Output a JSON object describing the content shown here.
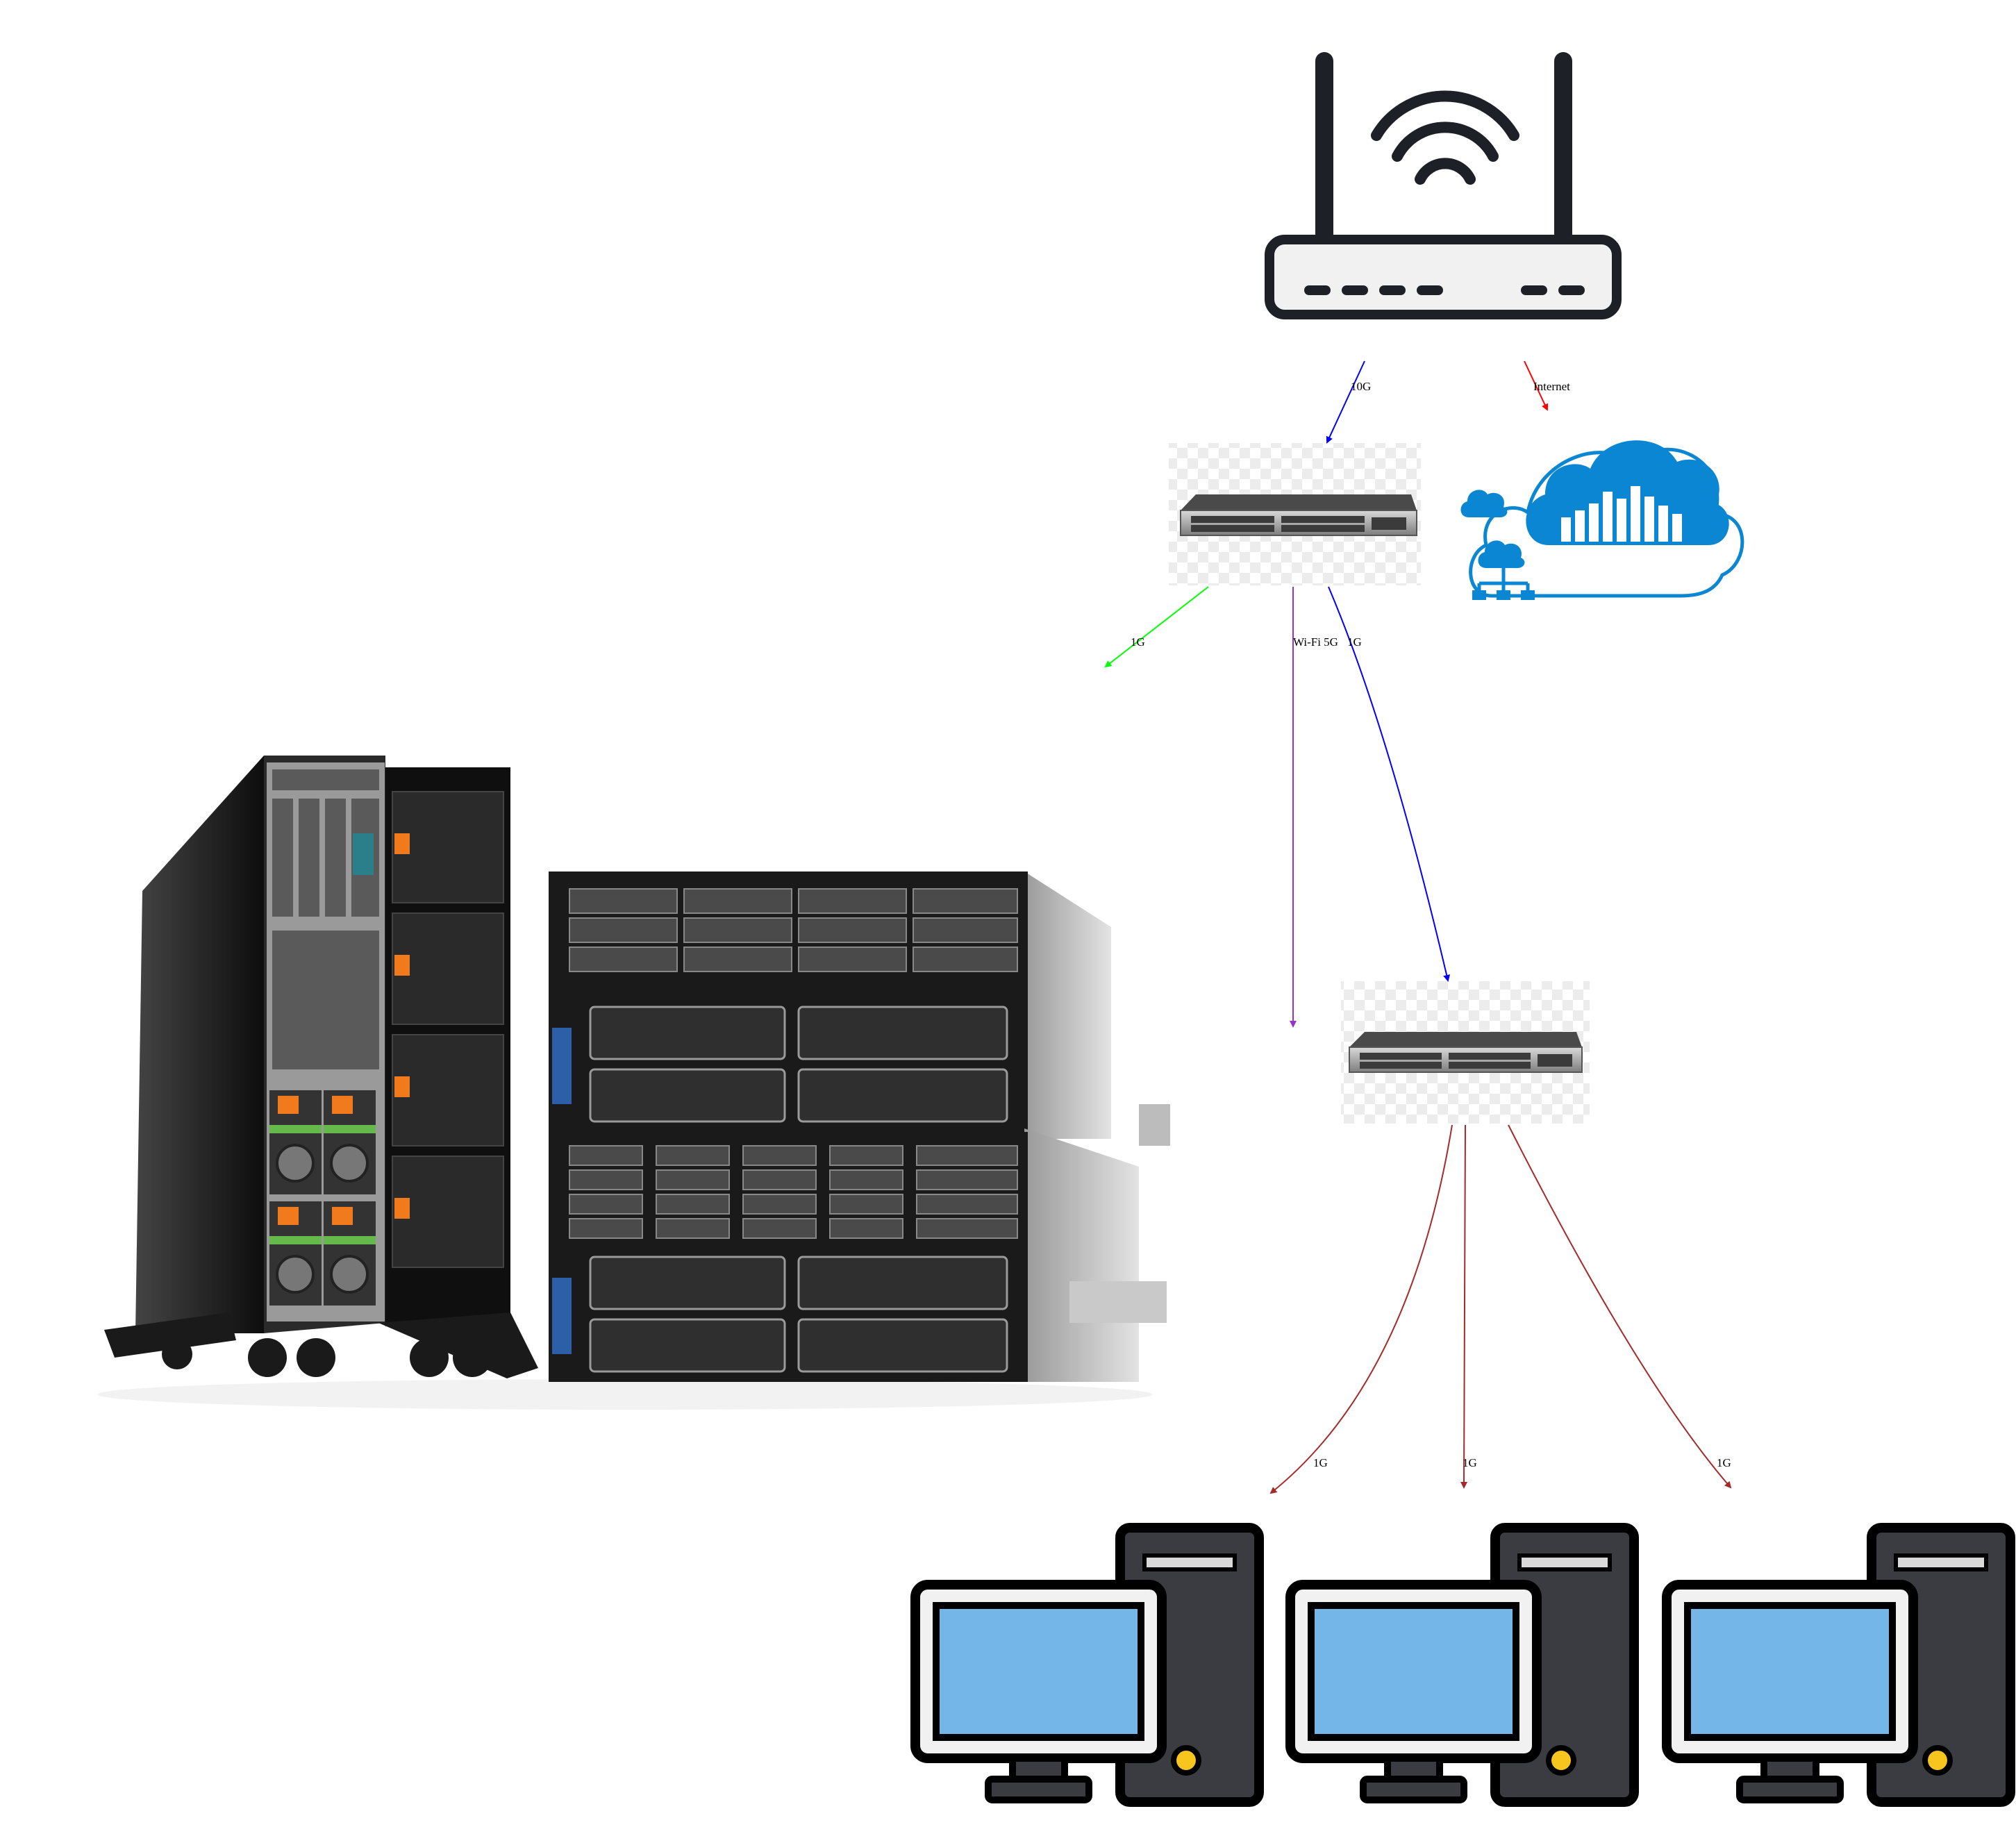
{
  "edges": [
    {
      "id": "router-switch1",
      "label": "10G",
      "color": "#0000ff"
    },
    {
      "id": "router-cloud",
      "label": "Internet",
      "color": "#ff0000"
    },
    {
      "id": "switch1-servers",
      "label": "1G",
      "color": "#00ff00"
    },
    {
      "id": "switch1-wifi",
      "label": "Wi-Fi 5G",
      "color": "#9932cc"
    },
    {
      "id": "switch1-switch2",
      "label": "1G",
      "color": "#0000ff"
    },
    {
      "id": "switch2-pc1",
      "label": "1G",
      "color": "#a52a2a"
    },
    {
      "id": "switch2-pc2",
      "label": "1G",
      "color": "#a52a2a"
    },
    {
      "id": "switch2-pc3",
      "label": "1G",
      "color": "#a52a2a"
    }
  ],
  "nodes": {
    "router": {
      "icon": "wifi-router-icon"
    },
    "switch_top": {
      "icon": "network-switch-icon"
    },
    "switch_bottom": {
      "icon": "network-switch-icon"
    },
    "cloud": {
      "icon": "cloud-storage-icon",
      "color": "#0a86d3"
    },
    "servers": {
      "icon": "server-rack-icon"
    },
    "computers": [
      {
        "icon": "desktop-computer-icon",
        "screen_color": "#74b6e8"
      },
      {
        "icon": "desktop-computer-icon",
        "screen_color": "#74b6e8"
      },
      {
        "icon": "desktop-computer-icon",
        "screen_color": "#74b6e8"
      }
    ]
  }
}
